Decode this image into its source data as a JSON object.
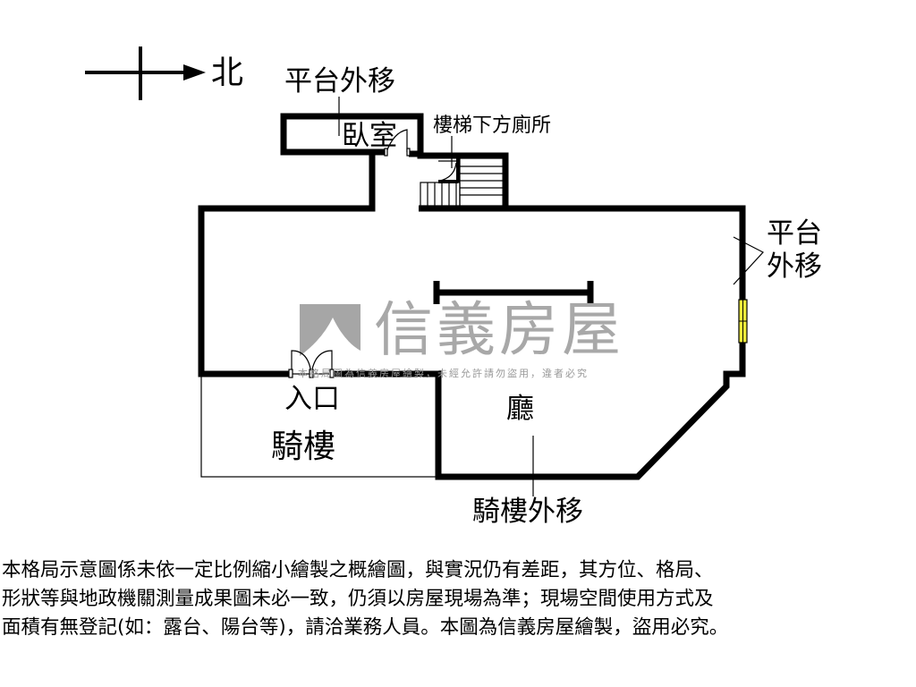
{
  "compass": {
    "label": "北"
  },
  "labels": {
    "platform_top": "平台外移",
    "bedroom": "臥室",
    "toilet": "樓梯下方廁所",
    "platform_right_1": "平台",
    "platform_right_2": "外移",
    "hall": "廳",
    "entrance": "入口",
    "arcade": "騎樓",
    "arcade_shift": "騎樓外移"
  },
  "watermark": {
    "brand": "信義房屋",
    "notice": "本格局圖為信義房屋繪製，未經允許請勿盜用，違者必究"
  },
  "disclaimer": {
    "lines": [
      "本格局示意圖係未依一定比例縮小繪製之概繪圖，與實況仍有差距，其方位、格局、",
      "形狀等與地政機關測量成果圖未必一致，仍須以房屋現場為準；現場空間使用方式及",
      "面積有無登記(如：露台、陽台等)，請洽業務人員。本圖為信義房屋繪製，盜用必究。"
    ]
  },
  "colors": {
    "wall": "#000000",
    "window": "#f2ee3a",
    "watermark": "#9a9a9a"
  }
}
